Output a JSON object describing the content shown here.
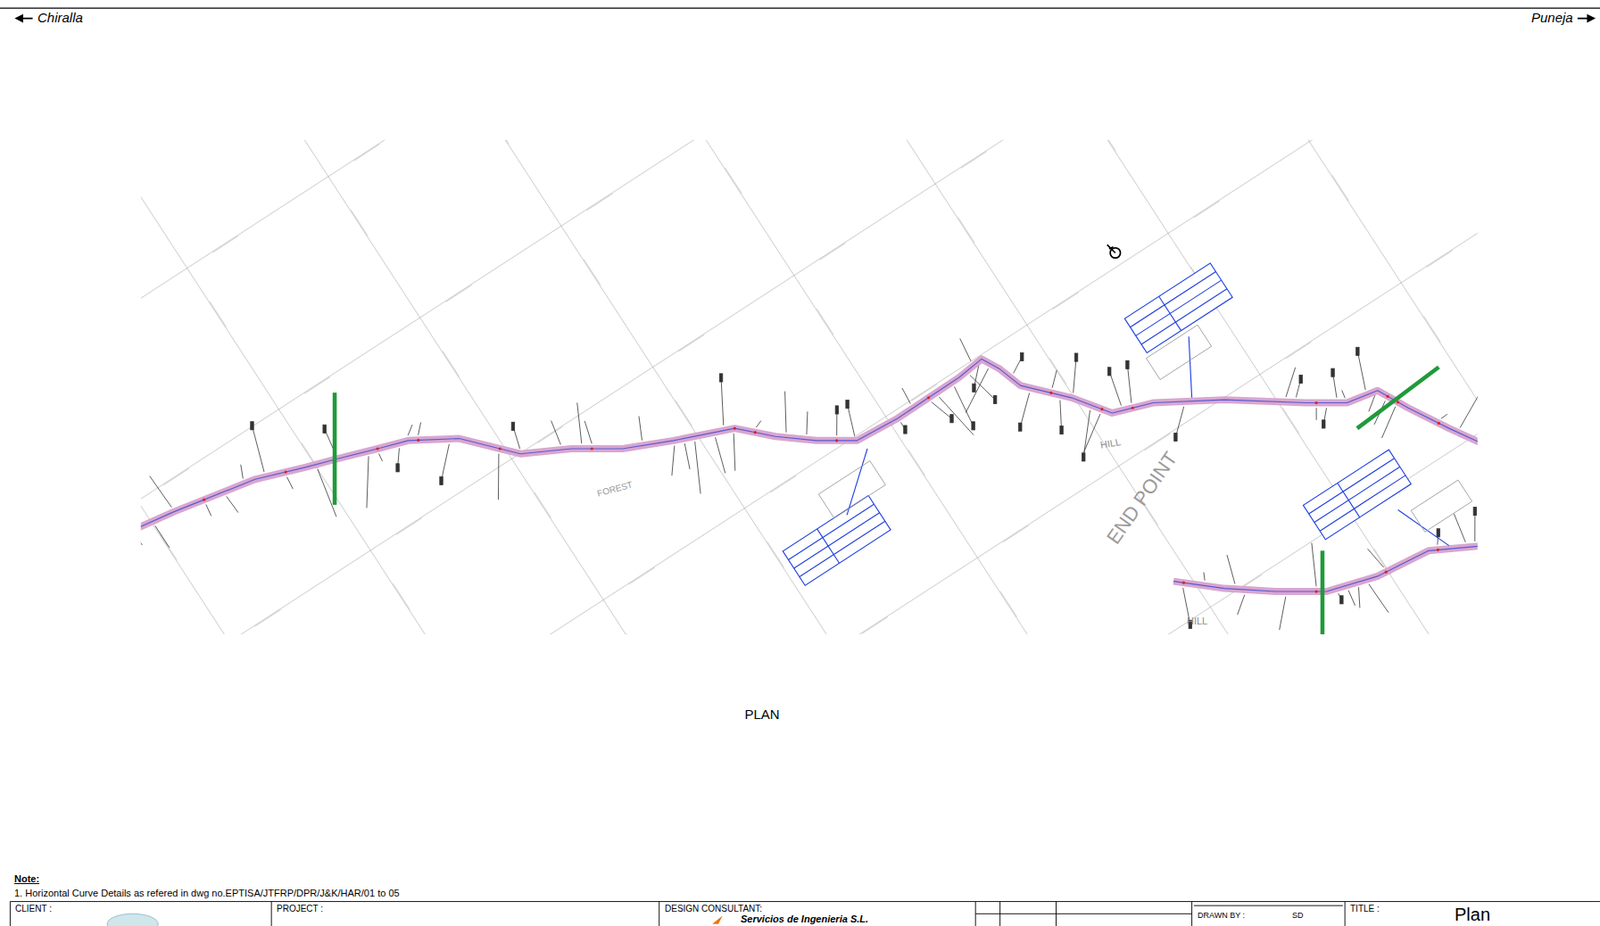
{
  "diagram": {
    "caption": "PLAN",
    "labels": [
      "Chiralla",
      "Puneja",
      "HILL",
      "HILL",
      "END POINT",
      "FOREST",
      "Note:",
      "1. Horizontal Curve Details as refered in dwg no.EPTISA/JTFRP/DPR/J&K/HAR/01 to 05",
      "CLIENT :",
      "PROJECT :",
      "DESIGN CONSULTANT:",
      "Servicios de Ingenieria S.L.",
      "DRAWN BY :",
      "SD",
      "TITLE :",
      "Plan"
    ]
  }
}
